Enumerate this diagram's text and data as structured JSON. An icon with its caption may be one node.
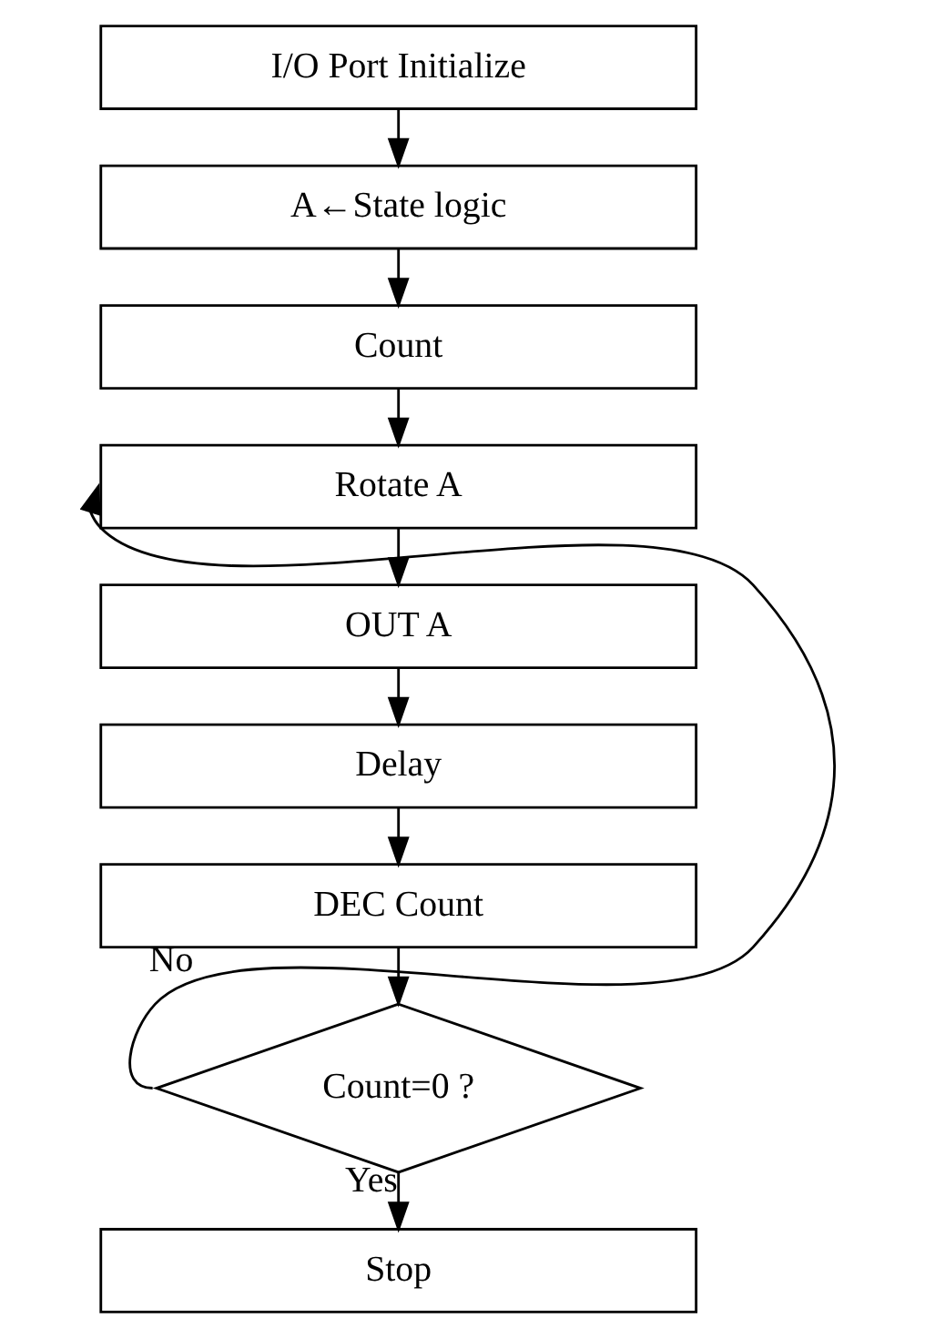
{
  "diagram": {
    "nodes": [
      {
        "text": [
          "I/O Port Initialize"
        ]
      },
      {
        "text": [
          "A←State logic"
        ]
      },
      {
        "text": [
          "Count"
        ]
      },
      {
        "text": [
          "Rotate A"
        ]
      },
      {
        "text": [
          "OUT A"
        ]
      },
      {
        "text": [
          "Delay"
        ]
      },
      {
        "text": [
          "DEC Count"
        ]
      },
      {
        "text": [
          "Count=0 ?"
        ]
      },
      {
        "text": [
          "Stop"
        ]
      }
    ],
    "edges": [
      {
        "from": 0,
        "to": 1,
        "arrow": "to"
      },
      {
        "from": 1,
        "to": 2,
        "arrow": "to"
      },
      {
        "from": 2,
        "to": 3,
        "arrow": "to"
      },
      {
        "from": 3,
        "to": 4,
        "arrow": "to"
      },
      {
        "from": 4,
        "to": 5,
        "arrow": "to"
      },
      {
        "from": 5,
        "to": 6,
        "arrow": "to"
      },
      {
        "from": 6,
        "to": 7,
        "arrow": "to"
      },
      {
        "from": 7,
        "to": 3,
        "arrow": "to",
        "label": "No"
      },
      {
        "from": 7,
        "to": 8,
        "arrow": "to",
        "label": "Yes"
      }
    ]
  }
}
